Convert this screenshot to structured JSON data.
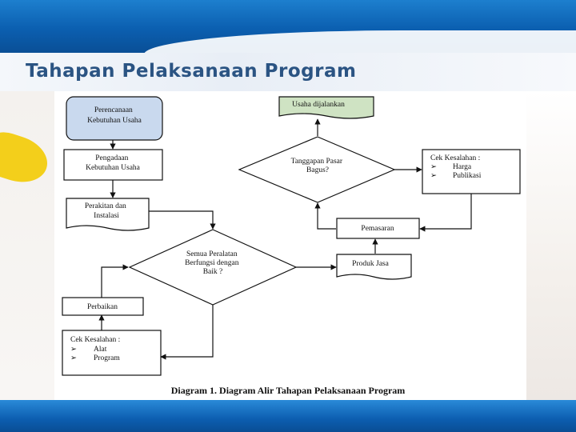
{
  "slide": {
    "title": "Tahapan Pelaksanaan Program"
  },
  "diagram": {
    "nodes": {
      "perencanaan": [
        "Perencanaan",
        "Kebutuhan Usaha"
      ],
      "pengadaan": [
        "Pengadaan",
        "Kebutuhan Usaha"
      ],
      "perakitan": [
        "Perakitan dan",
        "Instalasi"
      ],
      "semua_peralatan": [
        "Semua Peralatan",
        "Berfungsi dengan",
        "Baik ?"
      ],
      "perbaikan": [
        "Perbaikan"
      ],
      "cek_alat": {
        "title": "Cek Kesalahan  :",
        "items": [
          "Alat",
          "Program"
        ]
      },
      "produk_jasa": [
        "Produk Jasa"
      ],
      "pemasaran": [
        "Pemasaran"
      ],
      "tanggapan_pasar": [
        "Tanggapan Pasar",
        "Bagus?"
      ],
      "cek_harga": {
        "title": "Cek Kesalahan  :",
        "items": [
          "Harga",
          "Publikasi"
        ]
      },
      "usaha_dijalankan": [
        "Usaha dijalankan"
      ]
    },
    "bullet_glyph": "➢",
    "caption": "Diagram 1.  Diagram Alir Tahapan Pelaksanaan Program"
  },
  "colors": {
    "blue_band": "#0b5fb0",
    "title_text": "#2b5483",
    "terminal_fill": "#c9d9ee",
    "green_fill": "#cfe3c3",
    "line": "#111111"
  }
}
